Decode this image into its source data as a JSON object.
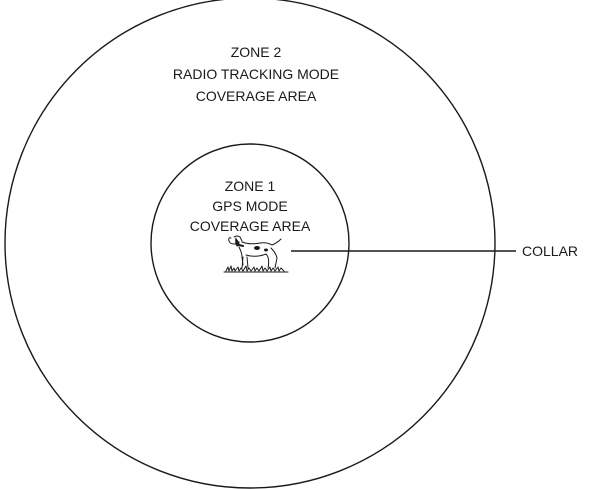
{
  "zone2": {
    "title": "ZONE 2",
    "line1": "RADIO TRACKING MODE",
    "line2": "COVERAGE AREA"
  },
  "zone1": {
    "title": "ZONE 1",
    "line1": "GPS MODE",
    "line2": "COVERAGE AREA"
  },
  "callout": {
    "label": "COLLAR"
  },
  "colors": {
    "stroke": "#1a1a1a",
    "background": "#ffffff"
  },
  "icons": {
    "dog": "pointer-dog-icon"
  }
}
